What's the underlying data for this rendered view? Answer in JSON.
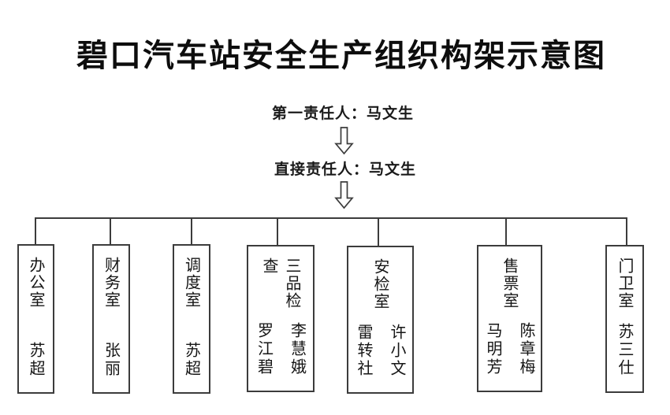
{
  "title": "碧口汽车站安全生产组织构架示意图",
  "hierarchy": {
    "first_responsible": "第一责任人：马文生",
    "direct_responsible": "直接责任人：马文生"
  },
  "icons": {
    "flow_arrow": "down-block-arrow"
  },
  "departments": [
    {
      "name": "办公室",
      "staff": [
        "苏超"
      ]
    },
    {
      "name": "财务室",
      "staff": [
        "张丽"
      ]
    },
    {
      "name": "调度室",
      "staff": [
        "苏超"
      ]
    },
    {
      "name": "三品检查",
      "staff": [
        "李慧娥",
        "罗江碧"
      ]
    },
    {
      "name": "安检室",
      "staff": [
        "许小文",
        "雷转社"
      ]
    },
    {
      "name": "售票室",
      "staff": [
        "陈章梅",
        "马明芳"
      ]
    },
    {
      "name": "门卫室",
      "staff": [
        "苏三仕"
      ]
    }
  ],
  "colors": {
    "background": "#ffffff",
    "line": "#3c3c3c",
    "text": "#111111"
  }
}
